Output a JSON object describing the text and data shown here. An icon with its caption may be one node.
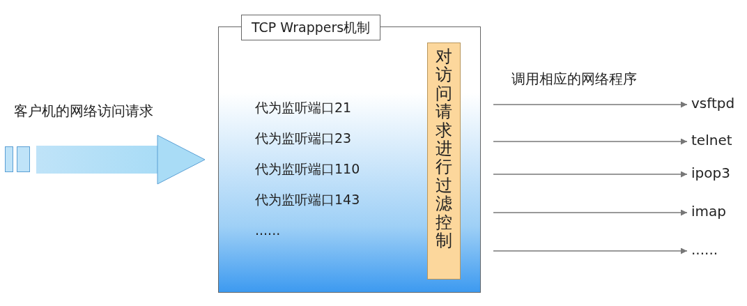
{
  "diagram": {
    "nodes": [
      {
        "text": [
          "TCP Wrappers机制",
          "代为监听端口21",
          "代为监听端口23",
          "代为监听端口110",
          "代为监听端口143",
          "......"
        ]
      },
      {
        "text": [
          "对访问请求进行过滤控制"
        ],
        "in": 0
      },
      {
        "text": [
          "vsftpd"
        ]
      },
      {
        "text": [
          "telnet"
        ]
      },
      {
        "text": [
          "ipop3"
        ]
      },
      {
        "text": [
          "imap"
        ]
      },
      {
        "text": [
          "......"
        ]
      },
      {
        "text": [],
        "shape": "bar"
      }
    ],
    "edges": [
      {
        "from": 7,
        "to": 0,
        "arrow": "to",
        "label": "客户机的网络访问请求",
        "style": "thick",
        "color": "#a9dcf6"
      },
      {
        "from": 0,
        "to": 2,
        "arrow": "to"
      },
      {
        "from": 0,
        "to": 3,
        "arrow": "to"
      },
      {
        "from": 0,
        "to": 4,
        "arrow": "to"
      },
      {
        "from": 0,
        "to": 5,
        "arrow": "to"
      },
      {
        "from": 0,
        "to": 6,
        "arrow": "to"
      }
    ],
    "labels": [
      "调用相应的网络程序"
    ]
  }
}
